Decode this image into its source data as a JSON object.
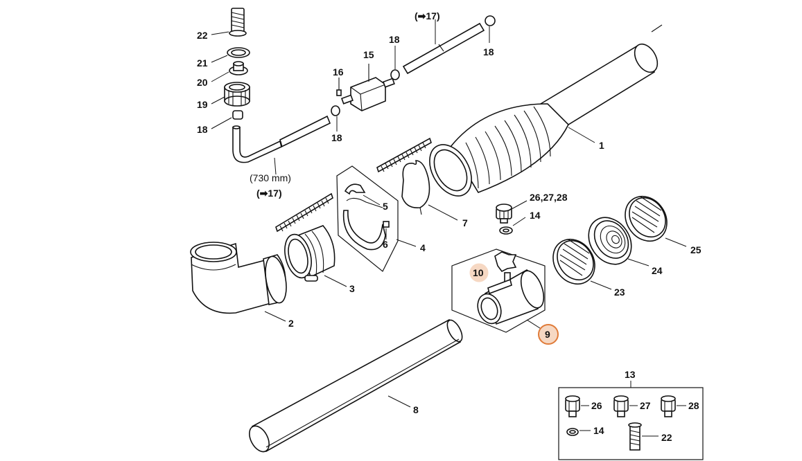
{
  "callouts": {
    "p1": "1",
    "p2": "2",
    "p3": "3",
    "p4": "4",
    "p5": "5",
    "p6": "6",
    "p7": "7",
    "p8": "8",
    "p9": "9",
    "p10": "10",
    "p13": "13",
    "p14a": "14",
    "p14b": "14",
    "p15": "15",
    "p16": "16",
    "p17_top": "(➡17)",
    "p17_bottom": "(➡17)",
    "p18a": "18",
    "p18b": "18",
    "p18c": "18",
    "p18d": "18",
    "p19": "19",
    "p20": "20",
    "p21": "21",
    "p22a": "22",
    "p22b": "22",
    "p23": "23",
    "p24": "24",
    "p25": "25",
    "p262728": "26,27,28",
    "p26": "26",
    "p27": "27",
    "p28": "28",
    "length_note": "(730 mm)"
  },
  "icons": {
    "arrow": "arrow-right-icon"
  },
  "colors": {
    "line": "#111111",
    "highlight_fill": "#f6d8c3",
    "highlight_stroke": "#e07b39"
  }
}
